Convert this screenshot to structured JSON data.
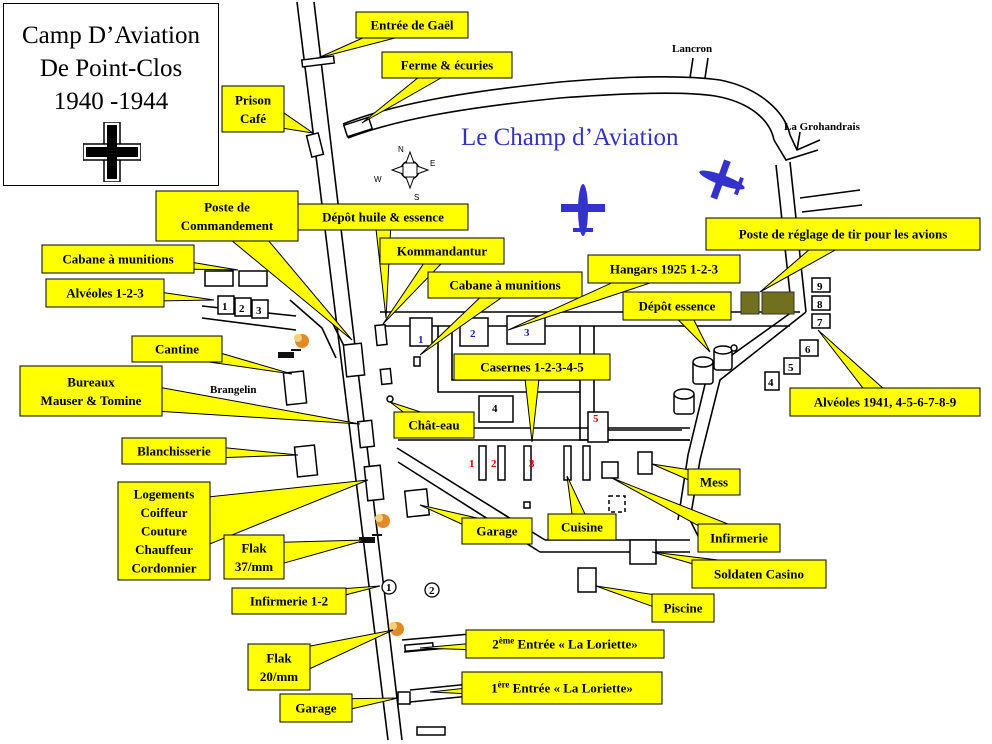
{
  "title": {
    "lines": [
      "Camp D’Aviation",
      "De Point-Clos",
      "1940 -1944"
    ],
    "emblem": "balkenkreuz-icon"
  },
  "map_title": "Le Champ d’Aviation",
  "places": {
    "lancron": "Lancron",
    "la_grohandrais": "La Grohandrais",
    "brangelin": "Brangelin"
  },
  "compass": {
    "n": "N",
    "s": "S",
    "e": "E",
    "w": "W"
  },
  "callouts": [
    {
      "id": "entree-gael",
      "lines": [
        "Entrée de Gaël"
      ]
    },
    {
      "id": "ferme-ecuries",
      "lines": [
        "Ferme & écuries"
      ]
    },
    {
      "id": "prison-cafe",
      "lines": [
        "Prison",
        "Café"
      ]
    },
    {
      "id": "poste-commandement",
      "lines": [
        "Poste de",
        "Commandement"
      ]
    },
    {
      "id": "depot-huile",
      "lines": [
        "Dépôt huile & essence"
      ]
    },
    {
      "id": "kommandantur",
      "lines": [
        "Kommandantur"
      ]
    },
    {
      "id": "cabane-munitions-1",
      "lines": [
        "Cabane à munitions"
      ]
    },
    {
      "id": "alveoles-123",
      "lines": [
        "Alvéoles 1-2-3"
      ]
    },
    {
      "id": "cabane-munitions-2",
      "lines": [
        "Cabane à munitions"
      ]
    },
    {
      "id": "hangars",
      "lines": [
        "Hangars 1925 1-2-3"
      ],
      "color": "#2222aa"
    },
    {
      "id": "depot-essence",
      "lines": [
        "Dépôt essence"
      ]
    },
    {
      "id": "poste-reglage",
      "lines": [
        "Poste de réglage de tir pour les avions"
      ]
    },
    {
      "id": "cantine",
      "lines": [
        "Cantine"
      ]
    },
    {
      "id": "casernes",
      "lines": [
        "Casernes  1-2-3-4-5"
      ],
      "color": "#dd0000"
    },
    {
      "id": "bureaux",
      "lines": [
        "Bureaux",
        "Mauser & Tomine"
      ]
    },
    {
      "id": "chateau",
      "lines": [
        "Chât-eau"
      ]
    },
    {
      "id": "alveoles-1941",
      "lines": [
        "Alvéoles 1941,  4-5-6-7-8-9"
      ]
    },
    {
      "id": "blanchisserie",
      "lines": [
        "Blanchisserie"
      ]
    },
    {
      "id": "mess",
      "lines": [
        "Mess"
      ]
    },
    {
      "id": "logements",
      "lines": [
        "Logements",
        "Coiffeur",
        "Couture",
        "Chauffeur",
        "Cordonnier"
      ]
    },
    {
      "id": "garage-1",
      "lines": [
        "Garage"
      ]
    },
    {
      "id": "cuisine",
      "lines": [
        "Cuisine"
      ]
    },
    {
      "id": "infirmerie",
      "lines": [
        "Infirmerie"
      ]
    },
    {
      "id": "flak-37",
      "lines": [
        "Flak",
        "37/mm"
      ]
    },
    {
      "id": "soldaten-casino",
      "lines": [
        "Soldaten Casino"
      ]
    },
    {
      "id": "infirmerie-12",
      "lines": [
        "Infirmerie 1-2"
      ]
    },
    {
      "id": "piscine",
      "lines": [
        "Piscine"
      ]
    },
    {
      "id": "entree-2",
      "lines": [
        "2ème Entrée « La Loriette»"
      ]
    },
    {
      "id": "flak-20",
      "lines": [
        "Flak",
        "20/mm"
      ]
    },
    {
      "id": "entree-1",
      "lines": [
        "1ère Entrée « La Loriette»"
      ]
    },
    {
      "id": "garage-2",
      "lines": [
        "Garage"
      ]
    }
  ],
  "entree_2": {
    "sup": "ème",
    "text": " Entrée « La Loriette»",
    "num": "2"
  },
  "entree_1": {
    "sup": "ère",
    "text": " Entrée « La Loriette»",
    "num": "1"
  },
  "building_numbers": {
    "alveoles": [
      "1",
      "2",
      "3"
    ],
    "hangars": [
      "1",
      "2",
      "3"
    ],
    "casernes": [
      "1",
      "2",
      "3",
      "4",
      "5"
    ],
    "alveoles_1941": [
      "4",
      "5",
      "6",
      "7",
      "8",
      "9"
    ],
    "infirmerie": [
      "1",
      "2"
    ]
  },
  "colors": {
    "callout_fill": "#ffff00",
    "hangar_number": "#2222aa",
    "caserne_number": "#dd0000",
    "plane": "#3333cc",
    "target_post": "#707020"
  }
}
